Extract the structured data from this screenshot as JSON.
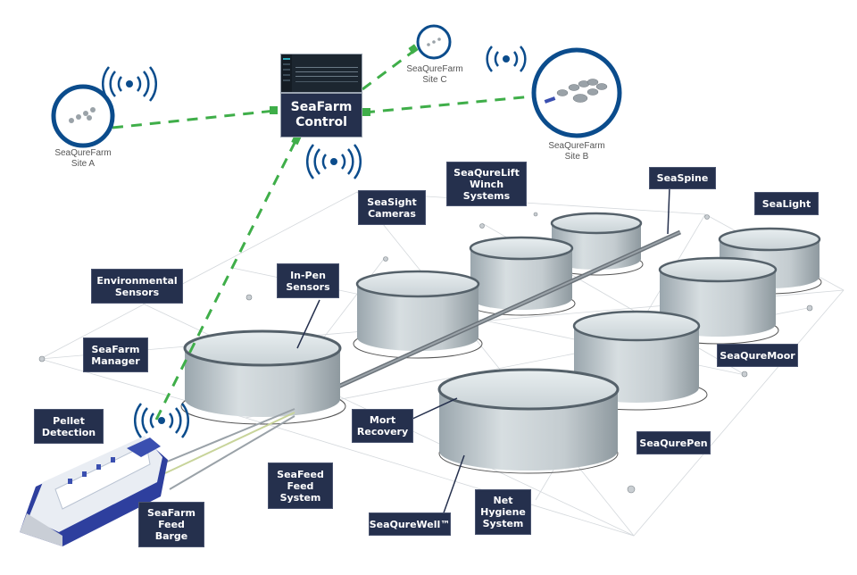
{
  "colors": {
    "label_bg": "#25304d",
    "label_text": "#ffffff",
    "site_ring": "#0b4c8c",
    "link_dash": "#3fae49",
    "wireless": "#0b4c8c"
  },
  "control": {
    "label": "SeaFarm\nControl"
  },
  "sites": [
    {
      "id": "site-a",
      "caption": "SeaQureFarm\nSite A"
    },
    {
      "id": "site-b",
      "caption": "SeaQureFarm\nSite B"
    },
    {
      "id": "site-c",
      "caption": "SeaQureFarm\nSite C"
    }
  ],
  "labels": {
    "seaqurelift": "SeaQureLift\nWinch\nSystems",
    "seaspine": "SeaSpine",
    "seasight": "SeaSight\nCameras",
    "sealight": "SeaLight",
    "environmental": "Environmental\nSensors",
    "inpen": "In-Pen\nSensors",
    "seafarm_manager": "SeaFarm\nManager",
    "seaquremoor": "SeaQureMoor",
    "pellet": "Pellet\nDetection",
    "mort": "Mort\nRecovery",
    "seaqurepen": "SeaQurePen",
    "seafeed": "SeaFeed\nFeed\nSystem",
    "feed_barge": "SeaFarm\nFeed\nBarge",
    "seaqurewell": "SeaQureWell™",
    "net_hygiene": "Net\nHygiene\nSystem"
  }
}
